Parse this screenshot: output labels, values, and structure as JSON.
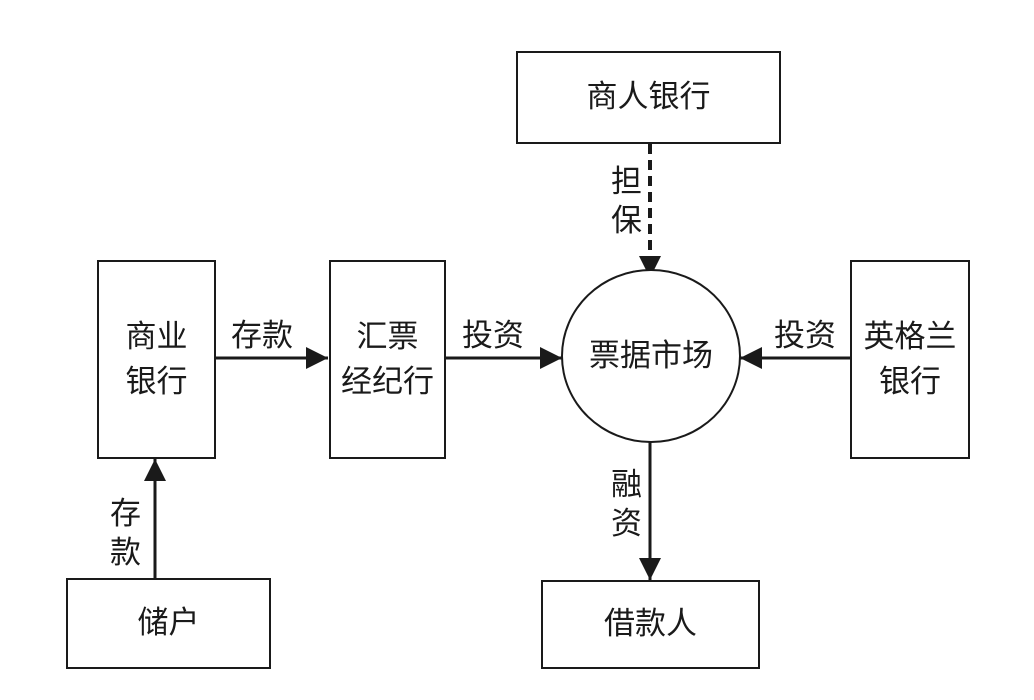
{
  "nodes": {
    "merchant_bank": {
      "lines": [
        "商人银行"
      ]
    },
    "commercial_bank": {
      "lines": [
        "商业",
        "银行"
      ]
    },
    "bill_broker": {
      "lines": [
        "汇票",
        "经纪行"
      ]
    },
    "bill_market": {
      "lines": [
        "票据市场"
      ]
    },
    "bank_of_england": {
      "lines": [
        "英格兰",
        "银行"
      ]
    },
    "depositors": {
      "lines": [
        "储户"
      ]
    },
    "borrowers": {
      "lines": [
        "借款人"
      ]
    }
  },
  "edges": {
    "guarantee": {
      "chars": [
        "担",
        "保"
      ],
      "style": "dashed"
    },
    "deposit_top": {
      "label": "存款",
      "style": "solid"
    },
    "invest_broker": {
      "label": "投资",
      "style": "solid"
    },
    "invest_boe": {
      "label": "投资",
      "style": "solid"
    },
    "deposit_bottom": {
      "chars": [
        "存",
        "款"
      ],
      "style": "solid"
    },
    "financing": {
      "chars": [
        "融",
        "资"
      ],
      "style": "solid"
    }
  },
  "colors": {
    "stroke": "#1a1a1a",
    "background": "#ffffff"
  }
}
